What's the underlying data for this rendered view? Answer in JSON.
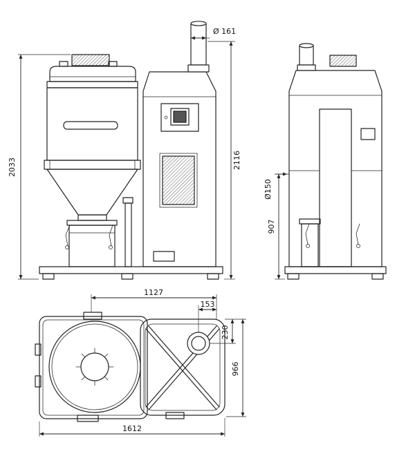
{
  "drawing": {
    "type": "technical-dimension-drawing",
    "views": {
      "front": "front-view",
      "side": "side-view",
      "top": "top-plan-view"
    },
    "colors": {
      "background": "#ffffff",
      "line": "#222222",
      "display_fill": "#555555"
    },
    "dimensions": {
      "pipe_diameter": "Ø 161",
      "front_height_left": "2033",
      "front_height_right": "2116",
      "inlet_diameter": "Ø150",
      "inlet_height": "907",
      "top_width_inner": "1127",
      "top_pipe_offset": "153",
      "top_pipe_depth": "230",
      "top_depth": "966",
      "top_width_total": "1612"
    }
  }
}
